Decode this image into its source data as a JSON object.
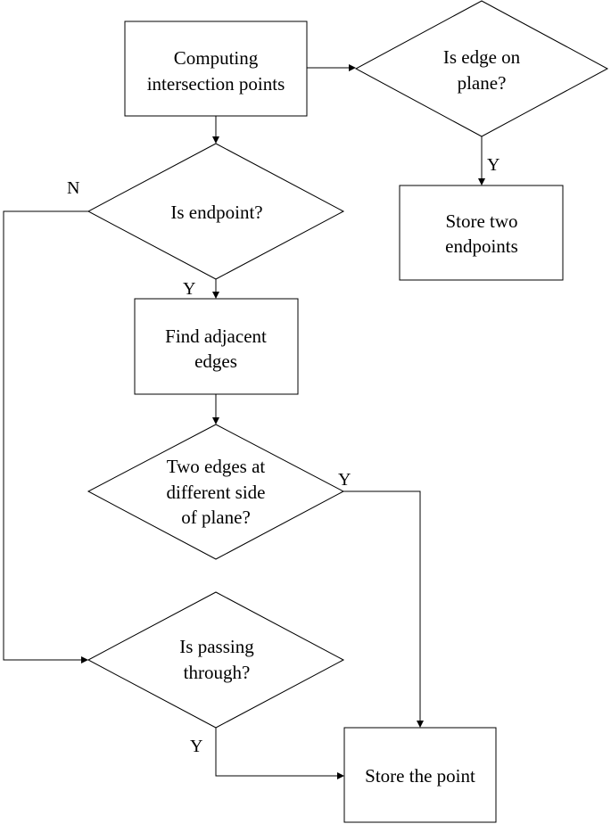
{
  "nodes": {
    "computing": {
      "line1": "Computing",
      "line2": "intersection points"
    },
    "edge_on_plane": {
      "line1": "Is edge on",
      "line2": "plane?"
    },
    "store_two": {
      "line1": "Store two",
      "line2": "endpoints"
    },
    "is_endpoint": {
      "line1": "Is endpoint?"
    },
    "find_adjacent": {
      "line1": "Find adjacent",
      "line2": "edges"
    },
    "two_edges": {
      "line1": "Two edges at",
      "line2": "different side",
      "line3": "of plane?"
    },
    "passing_through": {
      "line1": "Is passing",
      "line2": "through?"
    },
    "store_point": {
      "line1": "Store the point"
    }
  },
  "edge_labels": {
    "edge_on_plane_yes": "Y",
    "endpoint_no": "N",
    "endpoint_yes": "Y",
    "two_edges_yes": "Y",
    "passing_yes": "Y"
  }
}
